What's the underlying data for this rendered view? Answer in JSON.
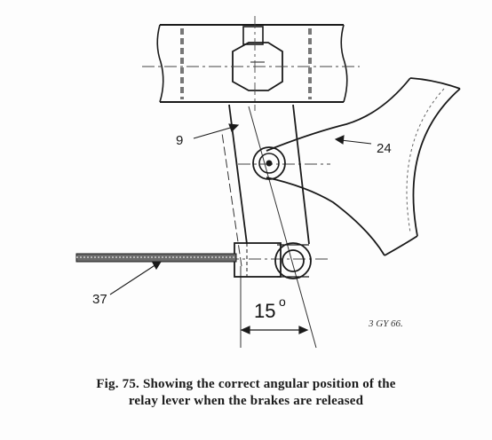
{
  "figure": {
    "labels": {
      "part_9": "9",
      "part_24": "24",
      "part_37": "37",
      "angle": "15",
      "degree": "o",
      "reference": "3 GY 66."
    },
    "caption_line1": "Fig. 75.  Showing the correct angular position of the",
    "caption_line2": "relay lever when the brakes are released"
  }
}
